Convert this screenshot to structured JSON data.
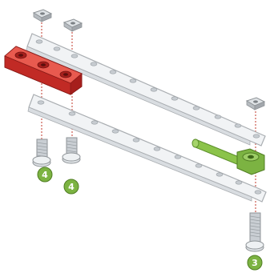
{
  "diagram": {
    "callouts": [
      "4",
      "4",
      "3"
    ],
    "colors": {
      "strip_fill": "#f1f3f5",
      "strip_edge": "#a9adb1",
      "hole": "#c7ccd1",
      "red_part": "#d8322c",
      "red_part_dark": "#a61f1c",
      "green_part": "#8bc34a",
      "green_part_dark": "#5c8f2a",
      "screw": "#c9ced3",
      "screw_dark": "#8e9397",
      "guide_line": "#c0392b",
      "badge": "#7cb342"
    },
    "icons": {
      "nut": "square-nut-icon",
      "screw": "screw-icon",
      "red_part": "red-pivot-block-icon",
      "green_part": "green-axle-peg-icon"
    }
  }
}
